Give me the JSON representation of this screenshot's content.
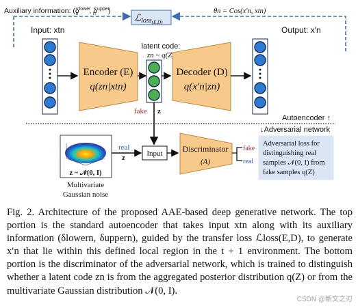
{
  "figure": {
    "aux_info_label": "Auxiliary information: (δ",
    "aux_info_lower_sup": "lower",
    "aux_info_sep": ", δ",
    "aux_info_upper_sup": "upper",
    "aux_info_close": ")",
    "aux_info_sub1": "n",
    "aux_info_sub2": "n",
    "loss_label": "ℒ",
    "loss_sub": "loss",
    "loss_paren": "(E,D)",
    "theta_label": "θn = Cos(x′n, xtn)",
    "input_label": "Input: xtn",
    "output_label": "Output: x′n",
    "latent_label": "latent code:",
    "latent_expr": "zn ~ q(Z)",
    "encoder_title": "Encoder (E)",
    "encoder_expr": "q(zn|xtn)",
    "decoder_title": "Decoder (D)",
    "decoder_expr": "q(x′n|zn)",
    "fake_label": "fake",
    "z_label": "z",
    "autoencoder_label": "Autoencoder",
    "adversarial_label": "Adversarial network",
    "gauss_expr": "z ~ 𝒩(0, I)",
    "gauss_caption_1": "Multivariate",
    "gauss_caption_2": "Gaussian noise",
    "real_label": "real",
    "z_label_2": "z",
    "input_box": "Input",
    "disc_title": "Discriminator",
    "disc_sub": "(A)",
    "out_fake": "fake",
    "out_real": "real",
    "note_1": "Adversarial loss for",
    "note_2": "distinguishing real",
    "note_3": "samples 𝒩(0, I) from",
    "note_4": "fake samples q(Z)"
  },
  "caption": {
    "text": "Fig. 2. Architecture of the proposed AAE-based deep generative network. The top portion is the standard autoencoder that takes input xtn along with its auxiliary information (δlowern, δuppern), guided by the transfer loss ℒloss(E,D), to generate x′n that lie within this defined local region in the t + 1 environment. The bottom portion is the discriminator of the adversarial network, which is trained to distinguish whether a latent code zn is from the aggregated posterior distribution q(Z) or from the multivariate Gaussian distribution 𝒩(0, I)."
  },
  "watermark": "CSDN @斯文之刃",
  "colors": {
    "node_fill": "#2e7bd6",
    "node_stroke": "#0b2a55",
    "latent_fill": "#4caf50",
    "block_fill": "#f7c98a",
    "note_fill": "#dbe6f5",
    "dashed_blue": "#3a6fb7",
    "real_blue": "#1f5fbf",
    "fake_red": "#c0272d"
  }
}
